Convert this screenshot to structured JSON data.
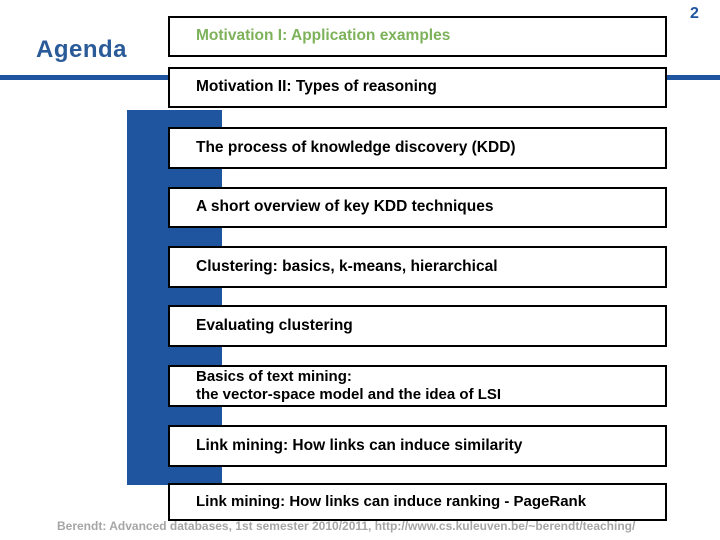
{
  "page_number": "2",
  "title": "Agenda",
  "agenda_items": [
    {
      "label": "Motivation I: Application examples",
      "highlighted": true
    },
    {
      "label": "Motivation II: Types of reasoning",
      "highlighted": false
    },
    {
      "label": "The process of knowledge discovery (KDD)",
      "highlighted": false
    },
    {
      "label": "A short overview of key KDD techniques",
      "highlighted": false
    },
    {
      "label": "Clustering: basics, k-means, hierarchical",
      "highlighted": false
    },
    {
      "label": "Evaluating clustering",
      "highlighted": false
    },
    {
      "label": "Basics of text mining:\nthe vector-space model and the idea of LSI",
      "highlighted": false
    },
    {
      "label": "Link mining: How links can induce similarity",
      "highlighted": false
    },
    {
      "label": "Link mining: How links can induce ranking - PageRank",
      "highlighted": false
    }
  ],
  "footer": "Berendt: Advanced databases, 1st semester 2010/2011, http://www.cs.kuleuven.be/~berendt/teaching/",
  "colors": {
    "accent_blue": "#1F549E",
    "title_blue": "#2A5B98",
    "highlight_green": "#7EB25A",
    "footer_gray": "#A6A6A6",
    "box_border": "#000000"
  }
}
